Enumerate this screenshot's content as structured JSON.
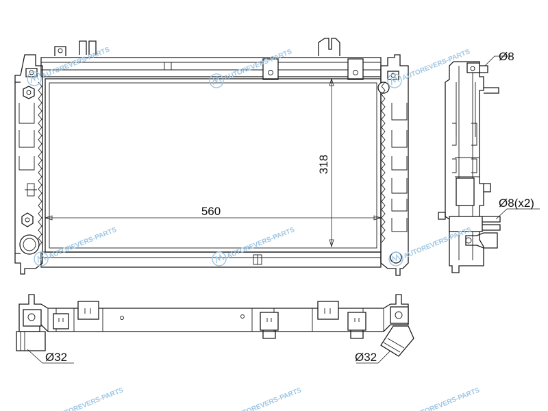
{
  "dimensions": {
    "width": "560",
    "height": "318",
    "fitting_top": "Ø8",
    "fitting_side": "Ø8(x2)",
    "pipe_left": "Ø32",
    "pipe_right": "Ø32"
  },
  "watermark": {
    "text": "AUTOREVERS-PARTS",
    "color": "#9ec6e3"
  },
  "colors": {
    "line": "#1a1a1a",
    "background": "#ffffff"
  }
}
